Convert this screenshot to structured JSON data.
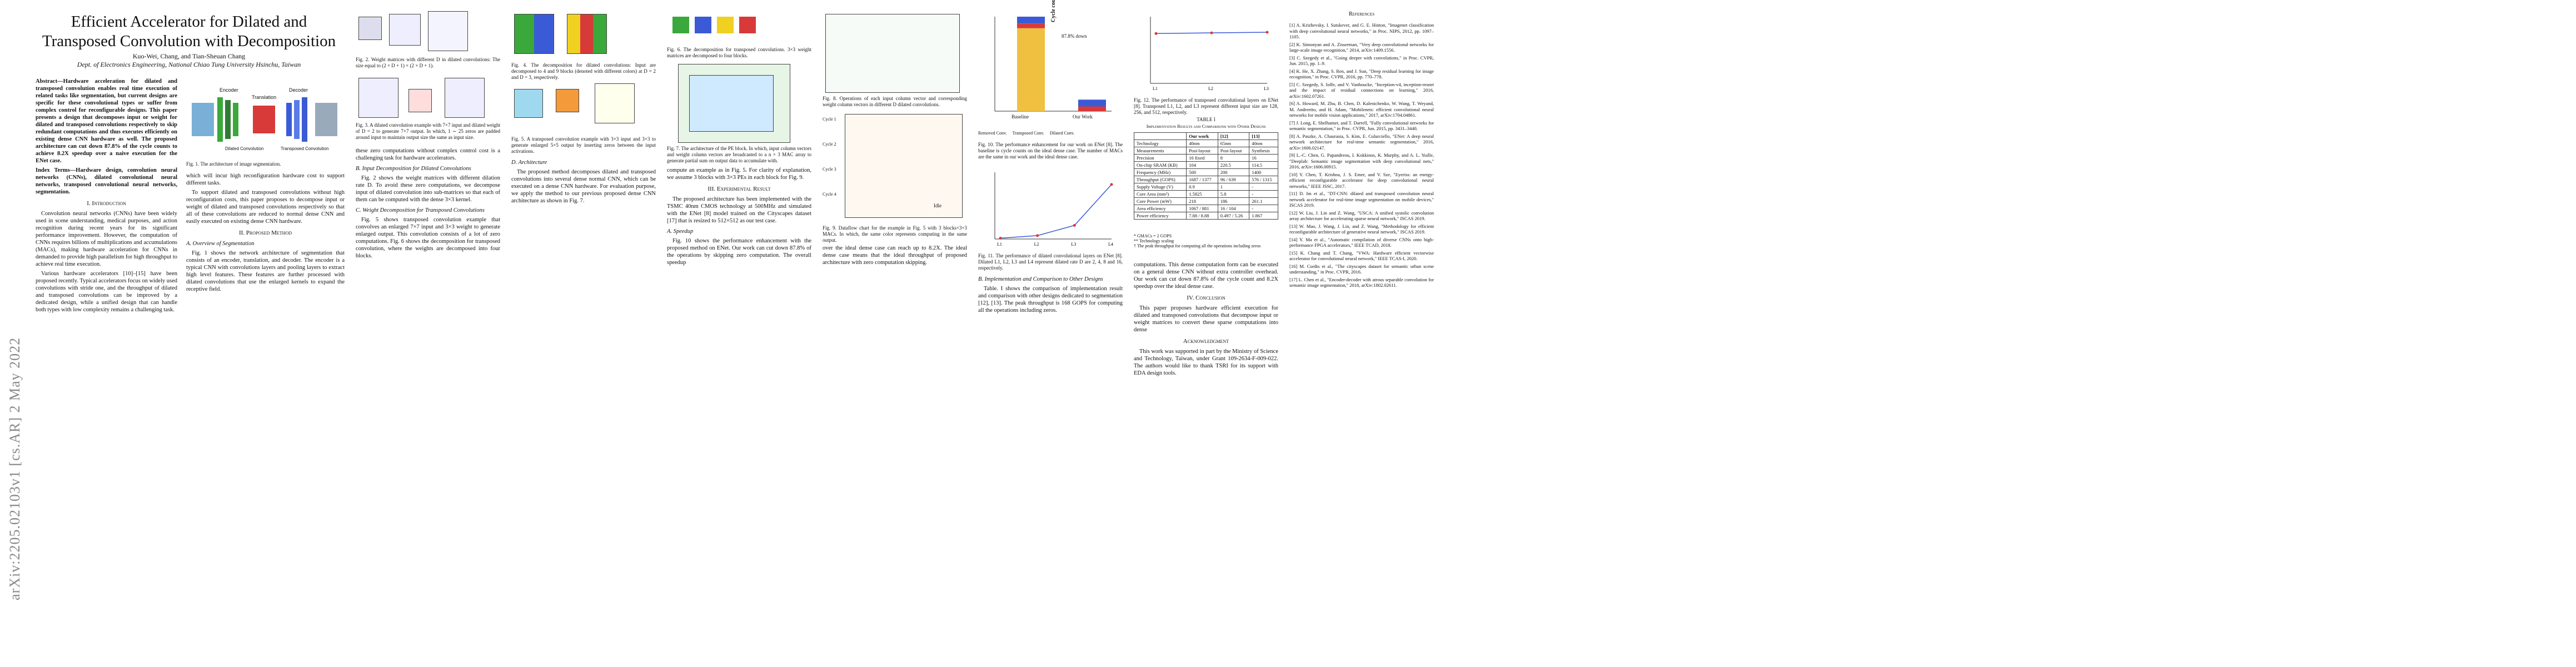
{
  "arxiv_id": "arXiv:2205.02103v1  [cs.AR]  2 May 2022",
  "title": "Efficient Accelerator for Dilated and Transposed Convolution with Decomposition",
  "authors": "Kuo-Wei, Chang, and Tian-Sheuan Chang",
  "affiliation": "Dept. of Electronics Engineering, National Chiao Tung University Hsinchu, Taiwan",
  "abstract": "Abstract—Hardware acceleration for dilated and transposed convolution enables real time execution of related tasks like segmentation, but current designs are specific for these convolutional types or suffer from complex control for reconfigurable designs. This paper presents a design that decomposes input or weight for dilated and transposed convolutions respectively to skip redundant computations and thus executes efficiently on existing dense CNN hardware as well. The proposed architecture can cut down 87.8% of the cycle counts to achieve 8.2X speedup over a naive execution for the ENet case.",
  "index_terms": "Index Terms—Hardware design, convolution neural networks (CNNs), dilated convolutional neural networks, transposed convolutional neural networks, segmentation.",
  "sections": {
    "intro": "I. Introduction",
    "method": "II. Proposed Method",
    "seg": "A. Overview of Segmentation",
    "input_decomp": "B. Input Decomposition for Dilated Convolutions",
    "weight_decomp": "C. Weight Decomposition for Transposed Convolutions",
    "arch": "D. Architecture",
    "exp": "III. Experimental Result",
    "speedup": "A. Speedup",
    "impl": "B. Implementation and Comparison to Other Designs",
    "concl": "IV. Conclusion",
    "ack": "Acknowledgment",
    "refs": "References"
  },
  "text": {
    "intro_p1": "Convolution neural networks (CNNs) have been widely used in scene understanding, medical purposes, and action recognition during recent years for its significant performance improvement. However, the computation of CNNs requires billions of multiplications and accumulations (MACs), making hardware acceleration for CNNs in demanded to provide high parallelism for high throughput to achieve real time execution.",
    "intro_p2": "Various hardware accelerators [10]–[15] have been proposed recently. Typical accelerators focus on widely used convolutions with stride one, and the throughput of dilated and transposed convolutions can be improved by a dedicated design, while a unified design that can handle both types with low complexity remains a challenging task.",
    "left_p3": "which will incur high reconfiguration hardware cost to support different tasks.",
    "left_p4": "To support dilated and transposed convolutions without high reconfiguration costs, this paper proposes to decompose input or weight of dilated and transposed convolutions respectively so that all of these convolutions are reduced to normal dense CNN and easily executed on existing dense CNN hardware.",
    "seg_p": "Fig. 1 shows the network architecture of segmentation that consists of an encoder, translation, and decoder. The encoder is a typical CNN with convolutions layers and pooling layers to extract high level features. These features are further processed with dilated convolutions that use the enlarged kernels to expand the receptive field.",
    "c2_p1": "these zero computations without complex control cost is a challenging task for hardware accelerators.",
    "b_p": "Fig. 2 shows the weight matrices with different dilation rate D. To avoid these zero computations, we decompose input of dilated convolution into sub-matrices so that each of them can be computed with the dense 3×3 kernel.",
    "c_p": "Fig. 5 shows transposed convolution example that convolves an enlarged 7×7 input and 3×3 weight to generate enlarged output. This convolution consists of a lot of zero computations. Fig. 6 shows the decomposition for transposed convolution, where the weights are decomposed into four blocks.",
    "d_p": "The proposed method decomposes dilated and transposed convolutions into several dense normal CNN, which can be executed on a dense CNN hardware. For evaluation purpose, we apply the method to our previous proposed dense CNN architecture as shown in Fig. 7.",
    "d_p2": "compute an example as in Fig. 5. For clarity of explanation, we assume 3 blocks with 3×3 PEs in each block for Fig. 9.",
    "exp_p": "The proposed architecture has been implemented with the TSMC 40nm CMOS technology at 500MHz and simulated with the ENet [8] model trained on the Cityscapes dataset [17] that is resized to 512×512 as our test case.",
    "speedup_p": "Fig. 10 shows the performance enhancement with the proposed method on ENet. Our work can cut down 87.8% of the operations by skipping zero computation. The overall speedup",
    "c5_p1": "over the ideal dense case can reach up to 8.2X. The ideal dense case means that the ideal throughput of proposed architecture with zero computation skipping.",
    "impl_p": "Table. I shows the comparison of implementation result and comparison with other designs dedicated to segmentation [12], [13]. The peak throughput is 168 GOPS for computing all the operations including zeros.",
    "c6_p1": "computations. This dense computation form can be executed on a general dense CNN without extra controller overhead. Our work can cut down 87.8% of the cycle count and 8.2X speedup over the ideal dense case.",
    "concl_p": "This paper proposes hardware efficient execution for dilated and transposed convolutions that decompose input or weight matrices to convert these sparse computations into dense",
    "ack_p": "This work was supported in part by the Ministry of Science and Technology, Taiwan, under Grant 109-2634-F-009-022. The authors would like to thank TSRI for its support with EDA design tools."
  },
  "figures": {
    "fig1": "Fig. 1. The architecture of image segmentation.",
    "fig1_labels": [
      "Encoder",
      "Translation",
      "Decoder",
      "Dilated Convolution",
      "Transposed Convolution"
    ],
    "fig2": "Fig. 2. Weight matrices with different D in dilated convolutions: The size equal to (2 × D + 1) × (2 × D + 1).",
    "fig3": "Fig. 3. A dilated convolution example with 7×7 input and dilated weight of D = 2 to generate 7×7 output. In which, 1 ∼ 25 zeros are padded around input to maintain output size the same as input size.",
    "fig4": "Fig. 4. The decomposition for dilated convolutions: Input are decomposed to 4 and 9 blocks (denoted with different colors) at D = 2 and D = 3, respectively.",
    "fig5": "Fig. 5. A transposed convolution example with 3×3 input and 3×3 to generate enlarged 5×5 output by inserting zeros between the input activations.",
    "fig6": "Fig. 6. The decomposition for transposed convolutions. 3×3 weight matrices are decomposed to four blocks.",
    "fig7": "Fig. 7. The architecture of the PE block. In which, input column vectors and weight column vectors are broadcasted to a n × 3 MAC array to generate partial sum on output data to accumulate with.",
    "fig8": "Fig. 8. Operations of each input column vector and corresponding weight column vectors in different D dilated convolutions.",
    "fig9": "Fig. 9. Dataflow chart for the example in Fig. 5 with 3 blocks×3×3 MACs. In which, the same color represents computing in the same output.",
    "fig10": "Fig. 10. The performance enhancement for our work on ENet [8]. The baseline is cycle counts on the ideal dense case. The number of MACs are the same in our work and the ideal dense case.",
    "fig11": "Fig. 11. The performance of dilated convolutional layers on ENet [8]. Dilated L1, L2, L3 and L4 represent dilated rate D are 2, 4, 8 and 16, respectively.",
    "fig12": "Fig. 12. The performance of transposed convolutional layers on ENet [8]. Transposed L1, L2, and L3 represent different input size are 128, 256, and 512, respectively.",
    "cycle_label": "Cycle count",
    "cycle_value": "87.8% down",
    "legend10": [
      "Removed Conv.",
      "Transposed Conv.",
      "Dilated Conv."
    ],
    "x10": [
      "Baseline",
      "Our Work"
    ],
    "idle": "Idle",
    "cycle_rows": [
      "Cycle 1",
      "Cycle 2",
      "Cycle 3",
      "Cycle 4"
    ]
  },
  "table": {
    "title": "TABLE I",
    "subtitle": "Implementation Results and Comparisons with Other Designs",
    "headers": [
      "",
      "Our work",
      "[12]",
      "[13]"
    ],
    "rows": [
      [
        "Technology",
        "40nm",
        "65nm",
        "40nm"
      ],
      [
        "Measurements",
        "Post-layout",
        "Post-layout",
        "Synthesis"
      ],
      [
        "Precision",
        "16 fixed",
        "8",
        "16"
      ],
      [
        "On-chip SRAM (KB)",
        "104",
        "220.5",
        "114.5"
      ],
      [
        "Frequency (MHz)",
        "500",
        "200",
        "1400"
      ],
      [
        "Throughput (GOPS)",
        "1687 / 1377",
        "96 / 639",
        "576 / 1315"
      ],
      [
        "Supply Voltage (V)",
        "0.9",
        "1",
        "-"
      ],
      [
        "Core Area (mm²)",
        "1.5825",
        "5.8",
        "-"
      ],
      [
        "Core Power (mW)",
        "218",
        "186",
        "261.1"
      ],
      [
        "Area efficiency",
        "1067 / 881",
        "16 / 104",
        "-"
      ],
      [
        "Power efficiency",
        "7.88 / 8.88",
        "0.497 / 5.26",
        "1.867"
      ]
    ],
    "notes": [
      "* GMACs = 2 GOPS",
      "** Technology scaling",
      "† The peak throughput for computing all the operations including zeros"
    ]
  },
  "references": [
    "[1] A. Krizhevsky, I. Sutskever, and G. E. Hinton, \"Imagenet classification with deep convolutional neural networks,\" in Proc. NIPS, 2012, pp. 1097–1105.",
    "[2] K. Simonyan and A. Zisserman, \"Very deep convolutional networks for large-scale image recognition,\" 2014, arXiv:1409.1556.",
    "[3] C. Szegedy et al., \"Going deeper with convolutions,\" in Proc. CVPR, Jun. 2015, pp. 1–9.",
    "[4] K. He, X. Zhang, S. Ren, and J. Sun, \"Deep residual learning for image recognition,\" in Proc. CVPR, 2016, pp. 770–778.",
    "[5] C. Szegedy, S. Ioffe, and V. Vanhoucke, \"Inception-v4, inception-resnet and the impact of residual connections on learning,\" 2016, arXiv:1602.07261.",
    "[6] A. Howard, M. Zhu, B. Chen, D. Kalenichenko, W. Wang, T. Weyand, M. Andreetto, and H. Adam, \"Mobilenets: efficient convolutional neural networks for mobile vision applications,\" 2017, arXiv:1704.04861.",
    "[7] J. Long, E. Shelhamer, and T. Darrell, \"Fully convolutional networks for semantic segmentation,\" in Proc. CVPR, Jun. 2015, pp. 3431–3440.",
    "[8] A. Paszke, A. Chaurasia, S. Kim, E. Culurciello, \"ENet: A deep neural network architecture for real-time semantic segmentation,\" 2016, arXiv:1606.02147.",
    "[9] L.-C. Chen, G. Papandreou, I. Kokkinos, K. Murphy, and A. L. Yuille, \"Deeplab: Semantic image segmentation with deep convolutional nets,\" 2016, arXiv:1606.00915.",
    "[10] Y. Chen, T. Krishna, J. S. Emer, and V. Sze, \"Eyeriss: an energy-efficient reconfigurable accelerator for deep convolutional neural networks,\" IEEE JSSC, 2017.",
    "[11] D. Im et al., \"DT-CNN: dilated and transposed convolution neural network accelerator for real-time image segmentation on mobile devices,\" ISCAS 2019.",
    "[12] W. Liu, J. Lin and Z. Wang, \"USCA: A unified systolic convolution array architecture for accelerating sparse neural network,\" ISCAS 2019.",
    "[13] W. Mao, J. Wang, J. Lin, and Z. Wang, \"Methodology for efficient reconfigurable architecture of generative neural network,\" ISCAS 2019.",
    "[14] Y. Ma et al., \"Automatic compilation of diverse CNNs onto high-performance FPGA accelerators,\" IEEE TCAD, 2018.",
    "[15] K. Chang and T. Chang, \"VWA: Hardware efficient vectorwise accelerator for convolutional neural network,\" IEEE TCAS-I, 2020.",
    "[16] M. Cordts et al., \"The cityscapes dataset for semantic urban scene understanding,\" in Proc. CVPR, 2016.",
    "[17] L. Chen et al., \"Encoder-decoder with atrous separable convolution for semantic image segmentation,\" 2018, arXiv:1802.02611."
  ],
  "chart_data": [
    {
      "type": "bar",
      "title": "",
      "categories": [
        "Baseline",
        "Our Work"
      ],
      "series": [
        {
          "name": "Removed Conv.",
          "values": [
            87.8,
            0
          ]
        },
        {
          "name": "Transposed Conv.",
          "values": [
            5,
            5
          ]
        },
        {
          "name": "Dilated Conv.",
          "values": [
            7.2,
            7.2
          ]
        }
      ],
      "ylabel": "Cycle count",
      "ylim": [
        0,
        100
      ]
    },
    {
      "type": "line",
      "title": "",
      "categories": [
        "L1",
        "L2",
        "L3",
        "L4"
      ],
      "series": [
        {
          "name": "Speedup",
          "values": [
            4,
            16,
            64,
            256
          ]
        }
      ],
      "ylim": [
        0,
        300
      ]
    },
    {
      "type": "line",
      "title": "",
      "categories": [
        "L1",
        "L2",
        "L3"
      ],
      "series": [
        {
          "name": "Speedup",
          "values": [
            3.9,
            3.95,
            4.0
          ]
        }
      ],
      "ylim": [
        0,
        5
      ]
    }
  ],
  "colors": {
    "green": "#3aa83a",
    "blue": "#3b5bd6",
    "yellow": "#f0d020",
    "red": "#d83a3a",
    "cyan": "#9fd9ef",
    "orange": "#f39a3a"
  }
}
